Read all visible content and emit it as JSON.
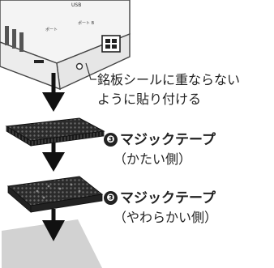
{
  "device": {
    "label_a": "USB",
    "label_b": "ポート",
    "label_c": "ポート B"
  },
  "note": {
    "line1": "銘板シールに重ならない",
    "line2": "ように貼り付ける"
  },
  "parts": [
    {
      "number": "❸",
      "name": "マジックテープ",
      "side": "（かたい側）"
    },
    {
      "number": "❸",
      "name": "マジックテープ",
      "side": "（やわらかい側）"
    }
  ]
}
